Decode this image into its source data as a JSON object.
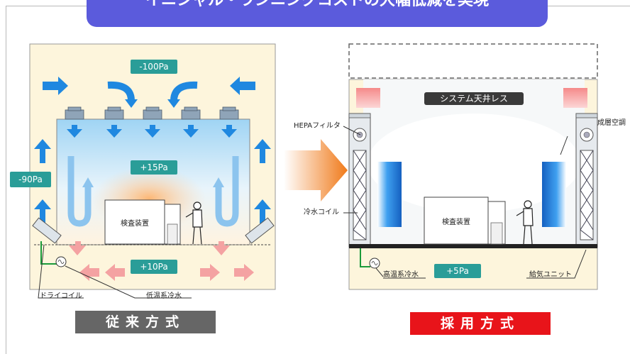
{
  "title": "イニシャル・ランニングコストの大幅低減を実現",
  "left": {
    "pressure_top": "-100Pa",
    "pressure_middle": "+15Pa",
    "pressure_side": "-90Pa",
    "pressure_bottom": "+10Pa",
    "equipment": "検査装置",
    "dry_coil": "ドライコイル",
    "low_temp_water": "低温系冷水",
    "caption": "従来方式"
  },
  "right": {
    "system_label": "システム天井レス",
    "hepa_filter": "HEPAフィルタ",
    "laminar_ac": "成層空調",
    "cold_coil": "冷水コイル",
    "equipment": "検査装置",
    "high_temp_water": "高温系冷水",
    "pressure": "+5Pa",
    "supply_unit": "給気ユニット",
    "caption": "採用方式"
  },
  "colors": {
    "banner": "#5b5bdc",
    "pressure_badge": "#2a9d98",
    "blue_arrow": "#1f88e0",
    "pink_arrow": "#f4a2a2",
    "orange_arrow": "#f08a2a",
    "left_caption_bg": "#666666",
    "right_caption_bg": "#e8141a"
  }
}
